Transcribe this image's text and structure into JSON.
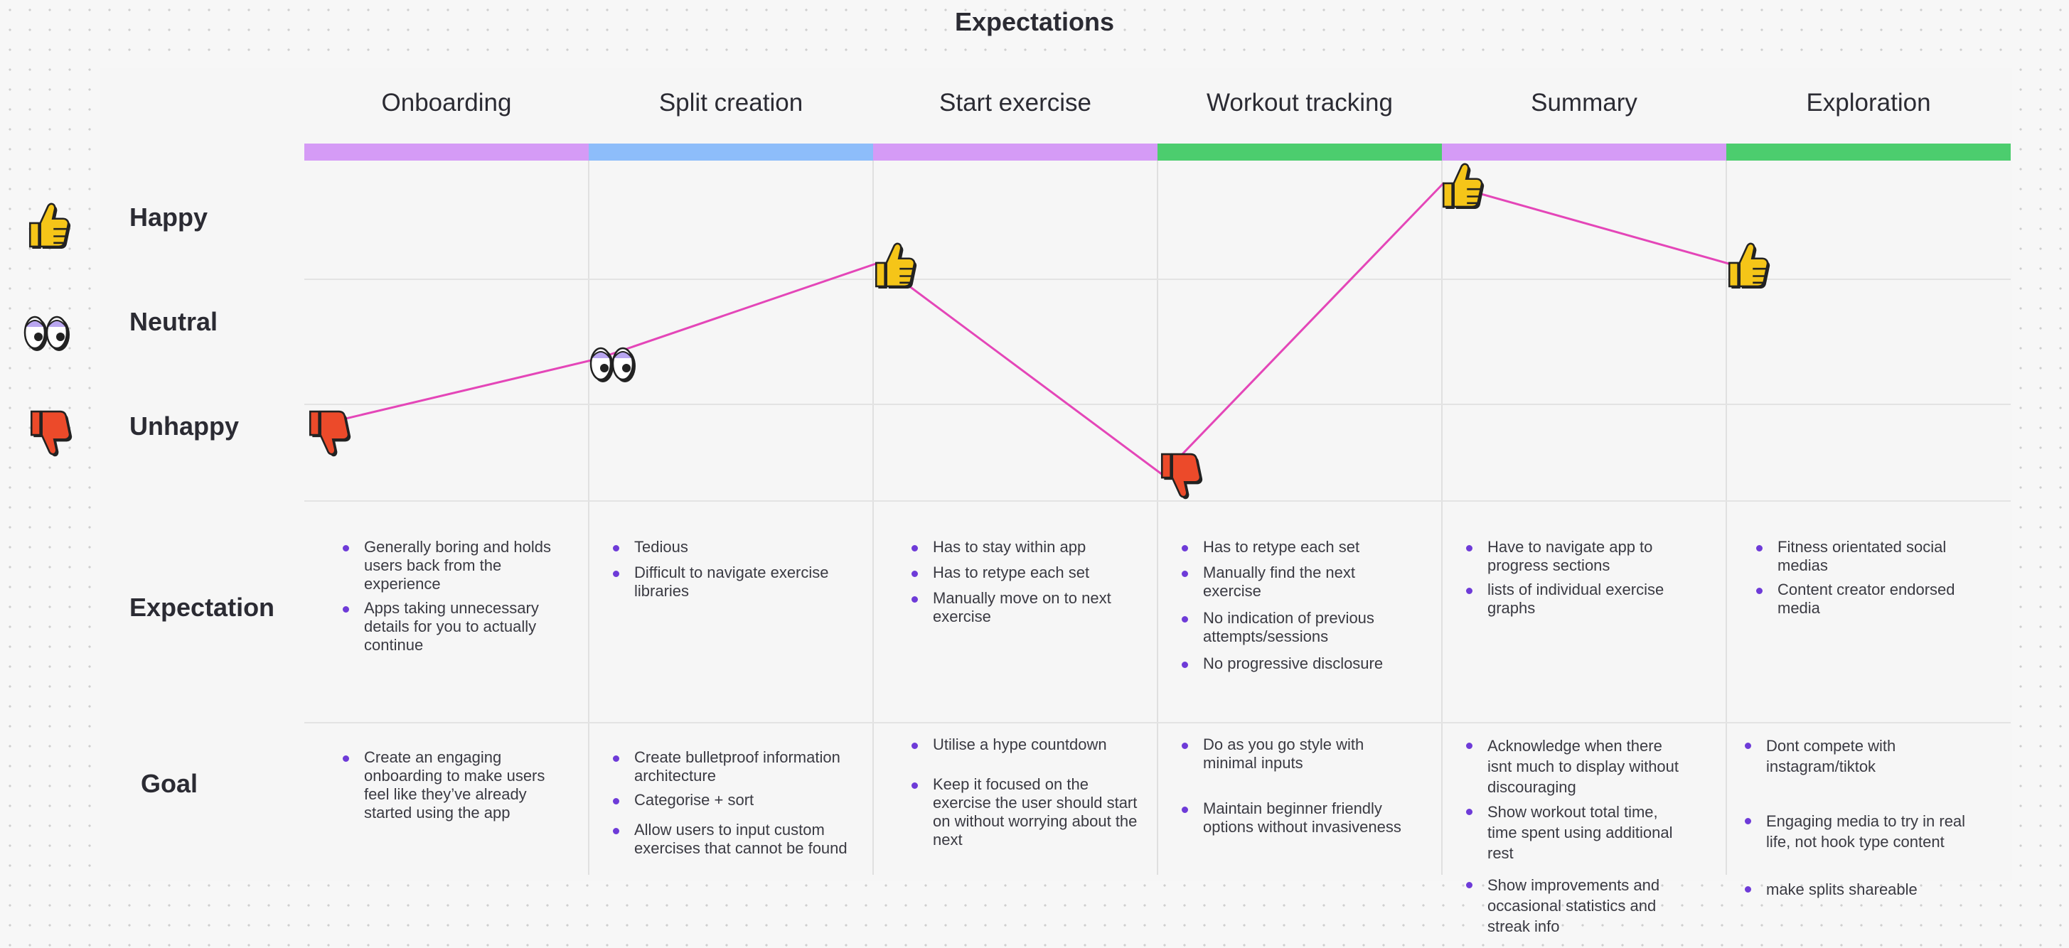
{
  "title": "Expectations",
  "colors": {
    "purple": "#d59bf6",
    "blue": "#8dbdfa",
    "green": "#4ccd6e",
    "line": "#e446b8",
    "bullet": "#6e3bd8"
  },
  "phases": [
    {
      "label": "Onboarding",
      "color": "#d59bf6",
      "mood": "unhappy"
    },
    {
      "label": "Split creation",
      "color": "#8dbdfa",
      "mood": "neutral"
    },
    {
      "label": "Start exercise",
      "color": "#d59bf6",
      "mood": "happy"
    },
    {
      "label": "Workout tracking",
      "color": "#4ccd6e",
      "mood": "unhappy"
    },
    {
      "label": "Summary",
      "color": "#d59bf6",
      "mood": "happy"
    },
    {
      "label": "Exploration",
      "color": "#4ccd6e",
      "mood": "happy"
    }
  ],
  "rows": {
    "happy": "Happy",
    "neutral": "Neutral",
    "unhappy": "Unhappy",
    "expectation": "Expectation",
    "goal": "Goal"
  },
  "legend_icons": [
    "thumbs-up-icon",
    "eyes-icon",
    "thumbs-down-icon"
  ],
  "expectations": [
    [
      "Generally boring and holds users back from the experience",
      "Apps taking unnecessary details for you to actually continue"
    ],
    [
      "Tedious",
      "Difficult to navigate exercise libraries"
    ],
    [
      "Has to stay within app",
      "Has to retype each set",
      "Manually move on to next exercise"
    ],
    [
      "Has to retype each set",
      "Manually find the next exercise",
      "No indication of previous attempts/sessions",
      "No progressive disclosure"
    ],
    [
      "Have to navigate app to progress sections",
      "lists of individual exercise graphs"
    ],
    [
      "Fitness orientated social medias",
      "Content creator endorsed media"
    ]
  ],
  "goals": [
    [
      "Create an engaging onboarding to make users feel like they’ve already started using the app"
    ],
    [
      "Create bulletproof information architecture",
      "Categorise + sort",
      "Allow users to input custom exercises that cannot be found"
    ],
    [
      "Utilise a hype countdown",
      "Keep it focused on the exercise the user should start on without worrying about the next"
    ],
    [
      "Do as you go style with minimal inputs",
      "Maintain beginner friendly options without invasiveness"
    ],
    [
      "Acknowledge when there isnt much to display without discouraging",
      "Show workout total time, time spent using additional rest",
      "Show improvements and occasional statistics and streak info"
    ],
    [
      "Dont compete with instagram/tiktok",
      "Engaging media to try in real life, not hook type content",
      "make splits shareable"
    ]
  ]
}
